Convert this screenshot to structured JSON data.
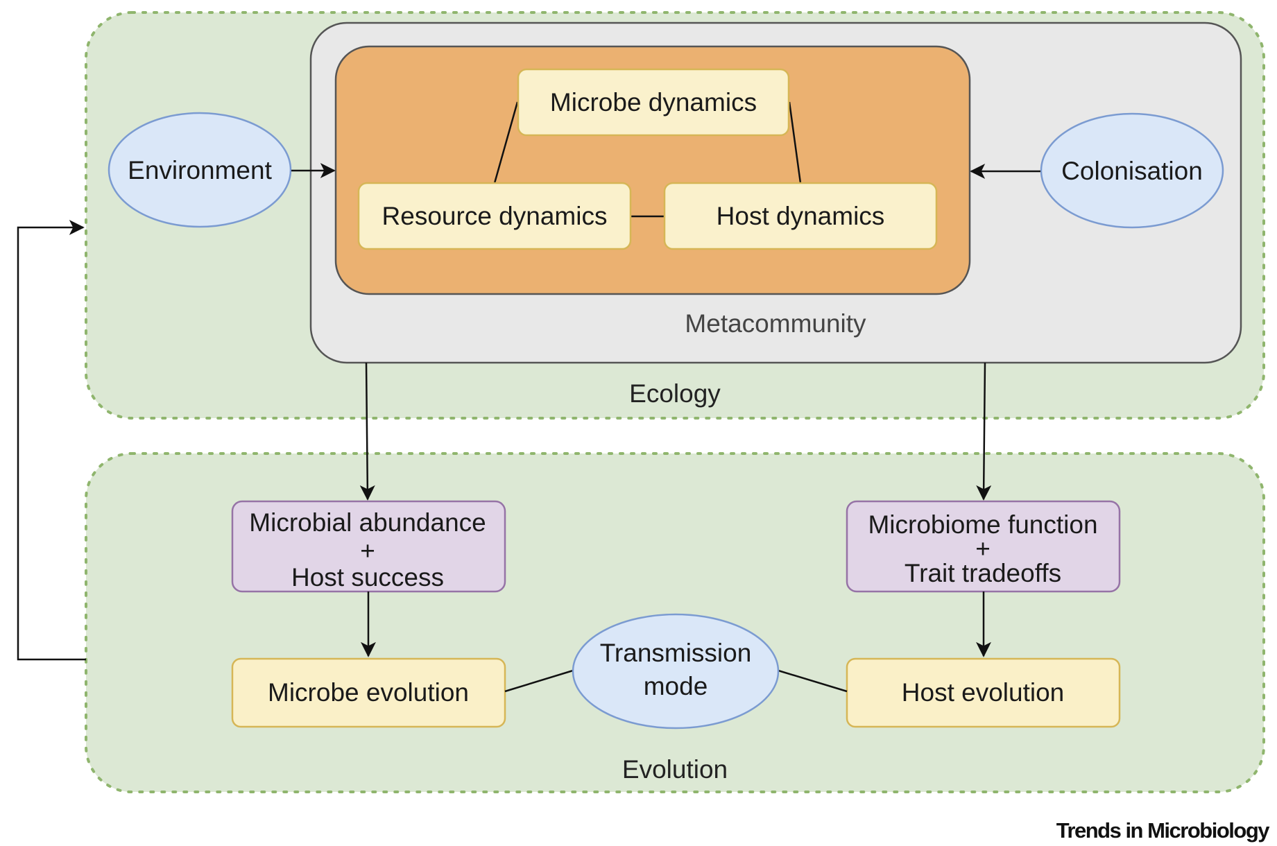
{
  "diagram": {
    "regions": {
      "ecology": "Ecology",
      "evolution": "Evolution",
      "metacommunity": "Metacommunity"
    },
    "nodes": {
      "environment": "Environment",
      "colonisation": "Colonisation",
      "microbe_dynamics": "Microbe dynamics",
      "resource_dynamics": "Resource dynamics",
      "host_dynamics": "Host dynamics",
      "microbial_abundance": {
        "line1": "Microbial abundance",
        "plus": "+",
        "line2": "Host success"
      },
      "microbiome_function": {
        "line1": "Microbiome function",
        "plus": "+",
        "line2": "Trait tradeoffs"
      },
      "microbe_evolution": "Microbe evolution",
      "host_evolution": "Host evolution",
      "transmission_mode": {
        "line1": "Transmission",
        "line2": "mode"
      }
    },
    "colors": {
      "region_fill": "#dce8d4",
      "region_border": "#8fb56d",
      "metacommunity_fill": "#e8e8e8",
      "metacommunity_border": "#555555",
      "core_fill": "#ebb171",
      "core_border": "#555555",
      "dynamics_fill": "#faf1cc",
      "dynamics_border": "#d6b656",
      "ellipse_fill": "#dae7f8",
      "ellipse_border": "#7b9bd1",
      "purple_fill": "#e1d5e7",
      "purple_border": "#9673a6",
      "evolution_fill": "#faf0c8",
      "evolution_border": "#d6b656",
      "line": "#111111"
    }
  },
  "footer": {
    "brand": "Trends in Microbiology"
  }
}
